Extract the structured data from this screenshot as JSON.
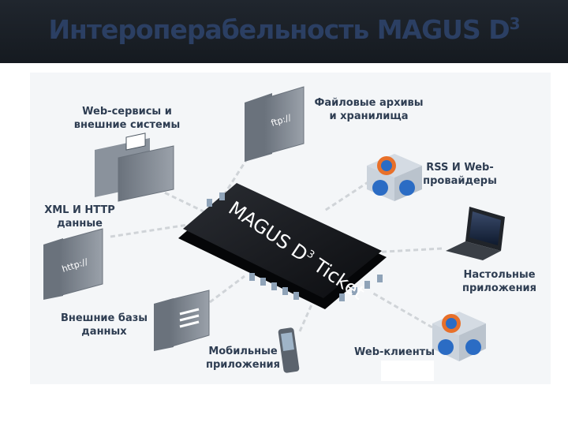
{
  "slide": {
    "title": "Интероперабельность   MAGUS D",
    "title_sup": "3"
  },
  "center_chip": {
    "label": "MAGUS D",
    "label_sup": "3",
    "label_suffix": " Ticket"
  },
  "nodes": {
    "web_services": "Web-сервисы и\nвнешние системы",
    "file_archives": "Файловые архивы\nи хранилища",
    "rss": "RSS И Web-\nпровайдеры",
    "xml_http": "XML И HTTP\nданные",
    "desktop": "Настольные\nприложения",
    "external_db": "Внешние базы\nданных",
    "mobile": "Мобильные\nприложения",
    "web_clients": "Web-клиенты"
  },
  "icons": {
    "ftp_label": "ftp://",
    "http_label": "http://"
  }
}
